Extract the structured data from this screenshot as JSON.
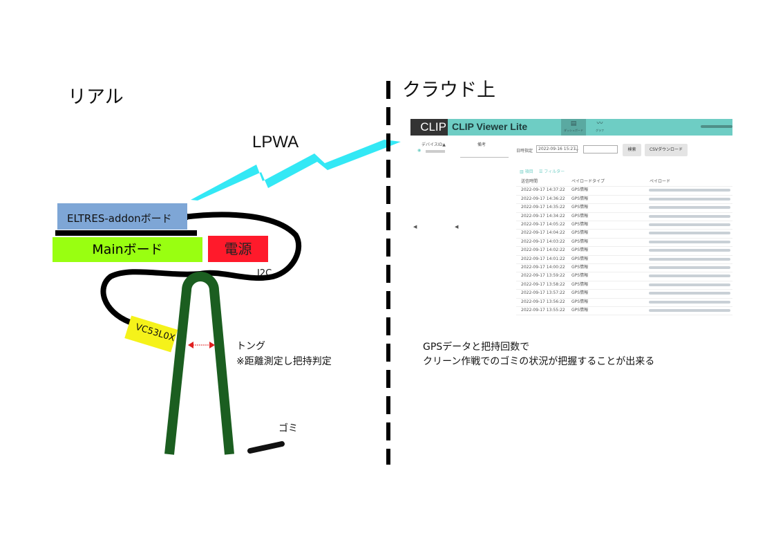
{
  "left_title": "リアル",
  "right_title": "クラウド上",
  "link_label": "LPWA",
  "components": {
    "eltres": "ELTRES-addonボード",
    "main": "Mainボード",
    "power": "電源",
    "i2c": "I2C",
    "sensor": "VC53L0X",
    "tong": "トング",
    "tong_note": "※距離測定し把持判定",
    "garbage": "ゴミ"
  },
  "caption": [
    "GPSデータと把持回数で",
    "クリーン作戦でのゴミの状況が把握することが出来る"
  ],
  "colors": {
    "eltres": "#7ea6d6",
    "main": "#99ff11",
    "power": "#ff1a2b",
    "sensor": "#f5f21a",
    "tong": "#1b5e20",
    "lpwa": "#33e8f5",
    "header": "#6ecdc4"
  },
  "app": {
    "logo": "CLIP",
    "title": "CLIP Viewer Lite",
    "nav": [
      "ダッシュボード",
      "グラフ"
    ],
    "sidebar_headers": [
      "デバイスID▲",
      "備考"
    ],
    "date_label": "日時指定",
    "date_from": "2022-09-16 15:27",
    "tilde": "～",
    "search_button": "検索",
    "csv_button": "CSVダウンロード",
    "toolbar": [
      "項目",
      "フィルター"
    ],
    "columns": [
      "送信時間",
      "ペイロードタイプ",
      "ペイロード"
    ],
    "rows": [
      [
        "2022-09-17 14:37:22",
        "GPS情報"
      ],
      [
        "2022-09-17 14:36:22",
        "GPS情報"
      ],
      [
        "2022-09-17 14:35:22",
        "GPS情報"
      ],
      [
        "2022-09-17 14:34:22",
        "GPS情報"
      ],
      [
        "2022-09-17 14:05:22",
        "GPS情報"
      ],
      [
        "2022-09-17 14:04:22",
        "GPS情報"
      ],
      [
        "2022-09-17 14:03:22",
        "GPS情報"
      ],
      [
        "2022-09-17 14:02:22",
        "GPS情報"
      ],
      [
        "2022-09-17 14:01:22",
        "GPS情報"
      ],
      [
        "2022-09-17 14:00:22",
        "GPS情報"
      ],
      [
        "2022-09-17 13:59:22",
        "GPS情報"
      ],
      [
        "2022-09-17 13:58:22",
        "GPS情報"
      ],
      [
        "2022-09-17 13:57:22",
        "GPS情報"
      ],
      [
        "2022-09-17 13:56:22",
        "GPS情報"
      ],
      [
        "2022-09-17 13:55:22",
        "GPS情報"
      ]
    ]
  }
}
